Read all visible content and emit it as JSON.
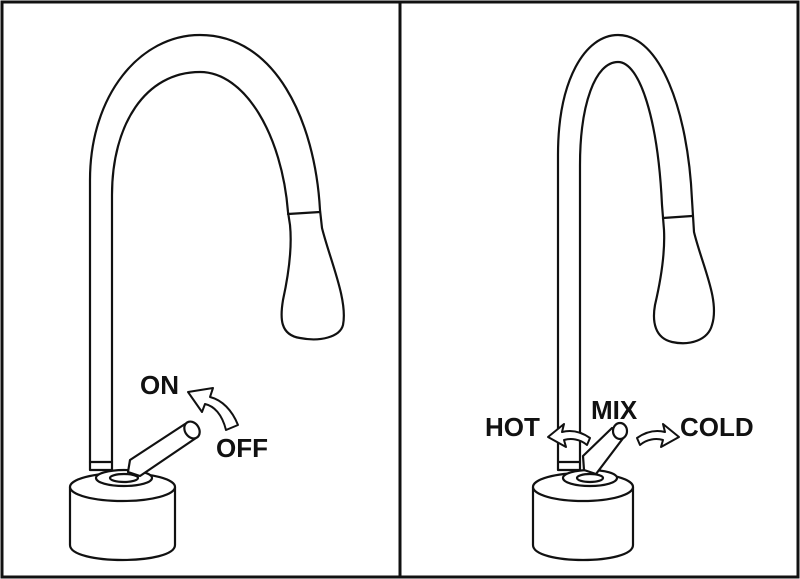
{
  "panels": [
    {
      "id": "on-off",
      "labels": {
        "on": "ON",
        "off": "OFF"
      }
    },
    {
      "id": "temperature",
      "labels": {
        "hot": "HOT",
        "mix": "MIX",
        "cold": "COLD"
      }
    }
  ],
  "colors": {
    "line": "#111111",
    "arrow_fill": "#ffffff",
    "background": "#ffffff"
  }
}
